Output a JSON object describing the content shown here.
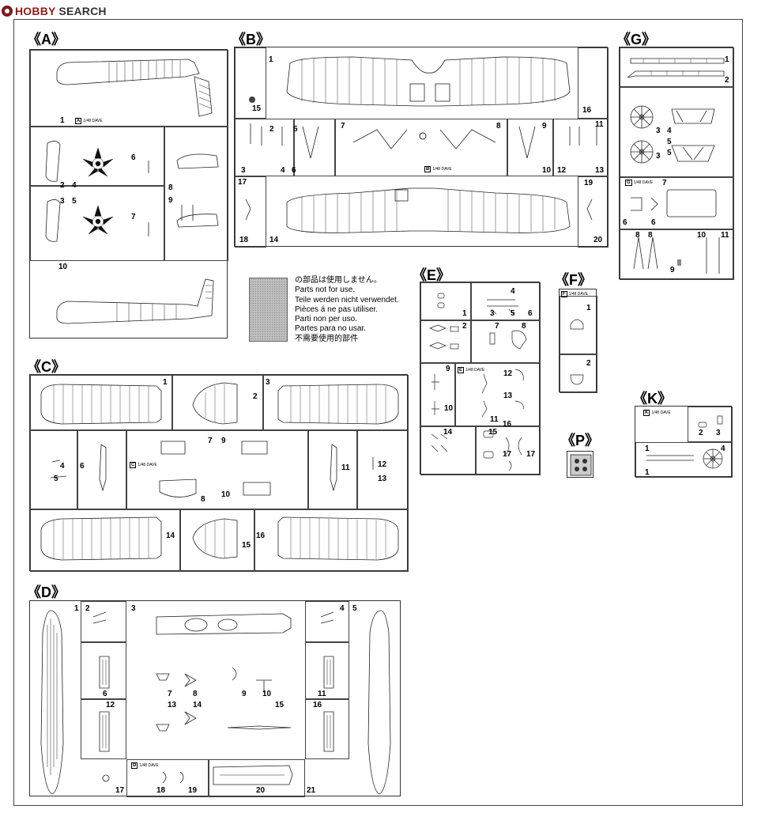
{
  "site": {
    "logo_part1": "HOBBY",
    "logo_part2": " SEARCH"
  },
  "legend": {
    "lines": [
      "の部品は使用しません。",
      "Parts not for use.",
      "Teile werden nicht verwendet.",
      "Pièces á ne pas utiliser.",
      "Parti non per uso.",
      "Partes para no usar.",
      "不需要使用的部件"
    ]
  },
  "sprues": {
    "A": {
      "label": "《A》",
      "tag": "A",
      "tag_text": "1/48 DAVE",
      "numbers": [
        "1",
        "2",
        "3",
        "4",
        "5",
        "6",
        "7",
        "8",
        "9",
        "10"
      ]
    },
    "B": {
      "label": "《B》",
      "tag": "B",
      "tag_text": "1/48 DAVE",
      "numbers": [
        "1",
        "2",
        "3",
        "4",
        "5",
        "6",
        "7",
        "8",
        "9",
        "10",
        "11",
        "12",
        "13",
        "14",
        "15",
        "16",
        "17",
        "18",
        "19",
        "20"
      ]
    },
    "C": {
      "label": "《C》",
      "tag": "C",
      "tag_text": "1/48 DAVE",
      "numbers": [
        "1",
        "2",
        "3",
        "4",
        "5",
        "6",
        "7",
        "8",
        "9",
        "10",
        "11",
        "12",
        "13",
        "14",
        "15",
        "16"
      ]
    },
    "D": {
      "label": "《D》",
      "tag": "D",
      "tag_text": "1/48 DAVE",
      "numbers": [
        "1",
        "2",
        "3",
        "4",
        "5",
        "6",
        "7",
        "8",
        "9",
        "10",
        "11",
        "12",
        "13",
        "14",
        "15",
        "16",
        "17",
        "18",
        "19",
        "20",
        "21"
      ]
    },
    "E": {
      "label": "《E》",
      "tag": "E",
      "tag_text": "1/48 DAVE",
      "numbers": [
        "1",
        "2",
        "3",
        "4",
        "5",
        "6",
        "7",
        "8",
        "9",
        "10",
        "11",
        "12",
        "13",
        "14",
        "15",
        "16",
        "17",
        "17"
      ]
    },
    "F": {
      "label": "《F》",
      "tag": "F",
      "tag_text": "1/48 DAVE",
      "numbers": [
        "1",
        "2"
      ]
    },
    "G": {
      "label": "《G》",
      "tag": "G",
      "tag_text": "1/48 DAVE",
      "numbers": [
        "1",
        "2",
        "3",
        "4",
        "5",
        "3",
        "5",
        "6",
        "7",
        "6",
        "8",
        "8",
        "9",
        "10",
        "11"
      ]
    },
    "K": {
      "label": "《K》",
      "tag": "K",
      "tag_text": "1/48 DAVE",
      "numbers": [
        "2",
        "3",
        "1",
        "4",
        "1"
      ]
    },
    "P": {
      "label": "《P》"
    }
  }
}
